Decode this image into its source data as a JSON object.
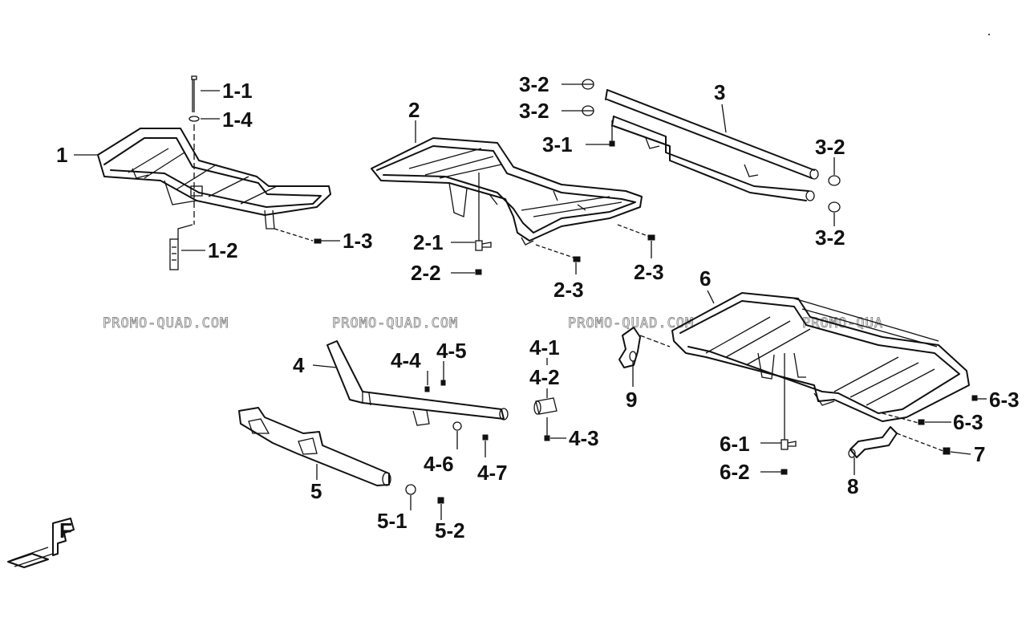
{
  "watermark": "PROMO-QUAD.COM",
  "watermark_partial": "PROMO-QUA",
  "front_mark": "F",
  "labels": {
    "p1": "1",
    "p1_1": "1-1",
    "p1_2": "1-2",
    "p1_3": "1-3",
    "p1_4": "1-4",
    "p2": "2",
    "p2_1": "2-1",
    "p2_2": "2-2",
    "p2_3a": "2-3",
    "p2_3b": "2-3",
    "p3": "3",
    "p3_1": "3-1",
    "p3_2a": "3-2",
    "p3_2b": "3-2",
    "p3_2c": "3-2",
    "p3_2d": "3-2",
    "p4": "4",
    "p4_1": "4-1",
    "p4_2": "4-2",
    "p4_3": "4-3",
    "p4_4": "4-4",
    "p4_5": "4-5",
    "p4_6": "4-6",
    "p4_7": "4-7",
    "p5": "5",
    "p5_1": "5-1",
    "p5_2": "5-2",
    "p6": "6",
    "p6_1": "6-1",
    "p6_2": "6-2",
    "p6_3a": "6-3",
    "p6_3b": "6-3",
    "p7": "7",
    "p8": "8",
    "p9": "9"
  }
}
